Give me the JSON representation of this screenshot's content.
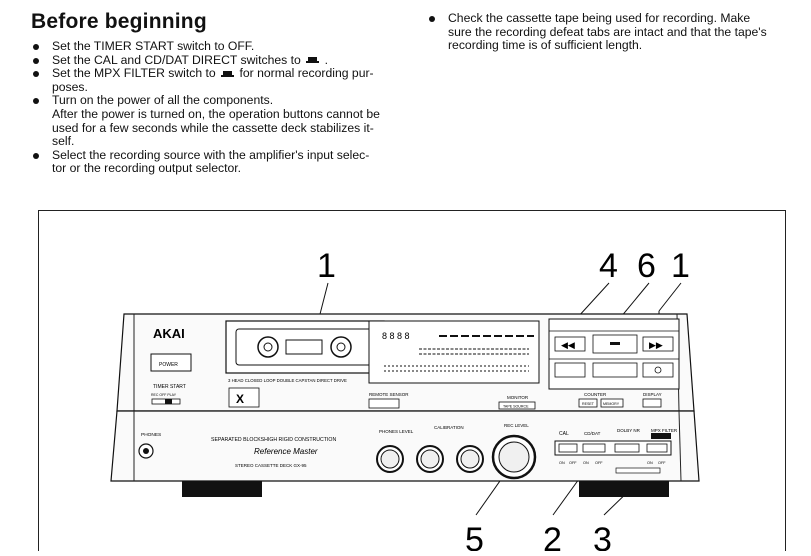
{
  "heading": "Before beginning",
  "left_items": [
    {
      "lines": [
        "Set the TIMER START switch to OFF."
      ]
    },
    {
      "lines": [
        "Set the CAL and CD/DAT DIRECT switches to",
        "."
      ],
      "has_symbol": true
    },
    {
      "lines": [
        "Set the MPX FILTER switch to",
        "for normal recording pur-",
        "poses."
      ],
      "has_symbol": true
    },
    {
      "lines": [
        "Turn on the power of all the components.",
        "After the power is turned on, the operation buttons cannot be",
        "used for a few seconds while the cassette deck stabilizes it-",
        "self."
      ]
    },
    {
      "lines": [
        "Select the recording source with the amplifier's input selec-",
        "tor or the recording output selector."
      ]
    }
  ],
  "right_items": [
    {
      "lines": [
        "Check the cassette tape being used for recording. Make",
        "sure the recording defeat tabs are intact and that the tape's",
        "recording time is of sufficient length."
      ]
    }
  ],
  "figure": {
    "callouts": {
      "c1a": "1",
      "c4": "4",
      "c6": "6",
      "c1b": "1",
      "c5": "5",
      "c2": "2",
      "c3": "3"
    },
    "device": {
      "brand": "AKAI",
      "power": "POWER",
      "timer_start": "TIMER START",
      "timer_positions": "REC  OFF  PLAY",
      "drive_label": "3 HEAD CLOSED LOOP DOUBLE CAPSTAN DIRECT DRIVE",
      "remote_sensor": "REMOTE SENSOR",
      "monitor": "MONITOR",
      "tape_source": "TAPE SOURCE",
      "counter": "COUNTER",
      "reset": "RESET",
      "memory": "MEMORY",
      "display": "DISPLAY",
      "phones": "PHONES",
      "construction": "SEPARATED BLOCKSHIGH RIGID CONSTRUCTION",
      "model_script": "Reference Master",
      "model_line": "STEREO CASSETTE DECK  GX-95",
      "phones_level": "PHONES LEVEL",
      "calibration": "CALIBRATION",
      "rec_level": "REC LEVEL",
      "cal": "CAL",
      "cd_dat": "CD/DAT",
      "dolby": "DOLBY NR",
      "mpx": "MPX FILTER",
      "on": "ON",
      "off": "OFF"
    }
  }
}
